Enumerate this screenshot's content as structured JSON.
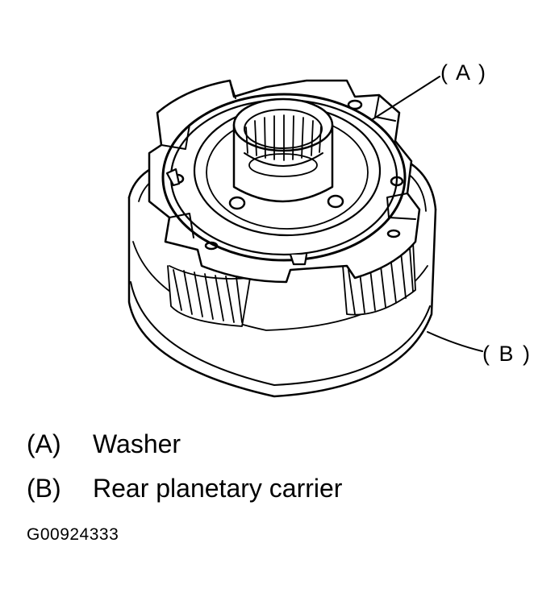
{
  "callouts": {
    "a": "( A )",
    "b": "( B )"
  },
  "legend": [
    {
      "key": "(A)",
      "label": "Washer"
    },
    {
      "key": "(B)",
      "label": "Rear planetary carrier"
    }
  ],
  "figure_id": "G00924333",
  "colors": {
    "ink": "#000000",
    "paper": "#ffffff"
  }
}
